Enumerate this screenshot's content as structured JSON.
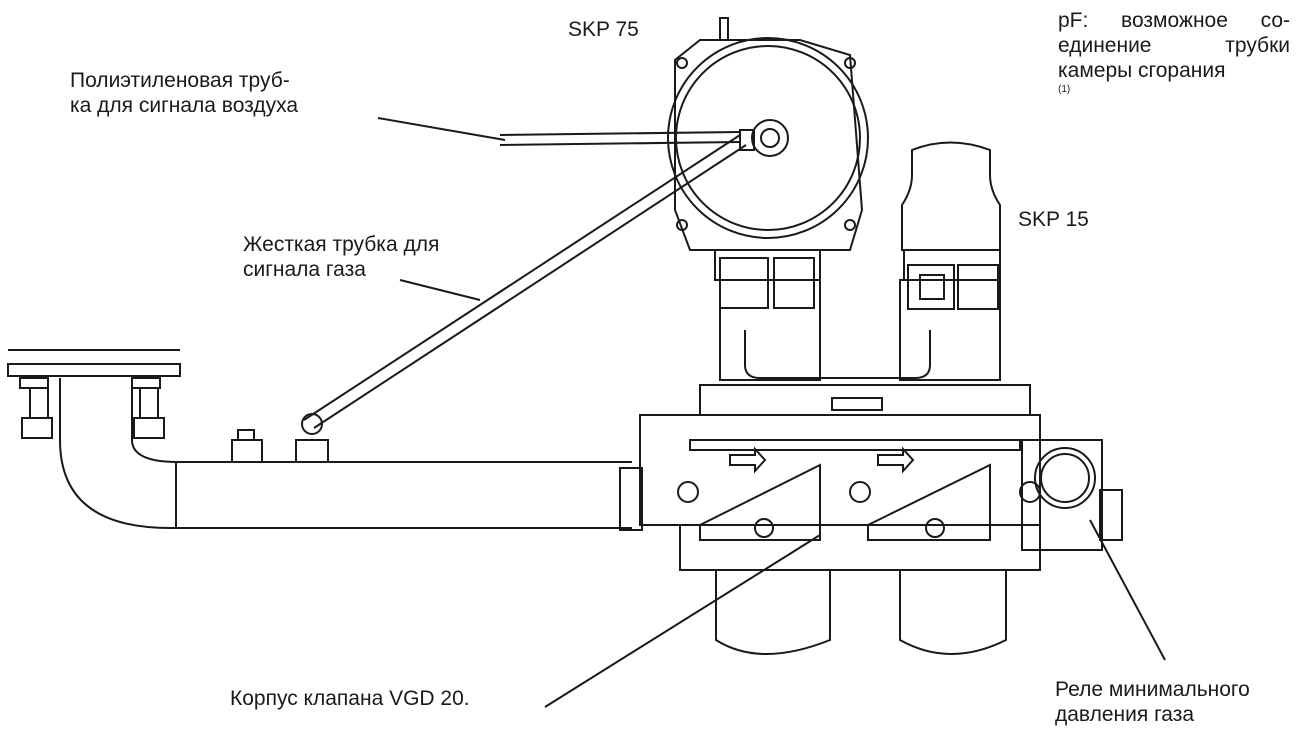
{
  "labels": {
    "skp75": "SKP 75",
    "skp15": "SKP 15",
    "air_tube": "Полиэтиленовая труб-\nка для сигнала воздуха",
    "gas_tube": "Жесткая трубка для\nсигнала газа",
    "valve_body": "Корпус клапана VGD 20.",
    "pressure_switch": "Реле минимального\nдавления газа"
  },
  "note": {
    "text": "pF: возможное со-единение трубки камеры сгорания",
    "footnote": "(1)"
  }
}
